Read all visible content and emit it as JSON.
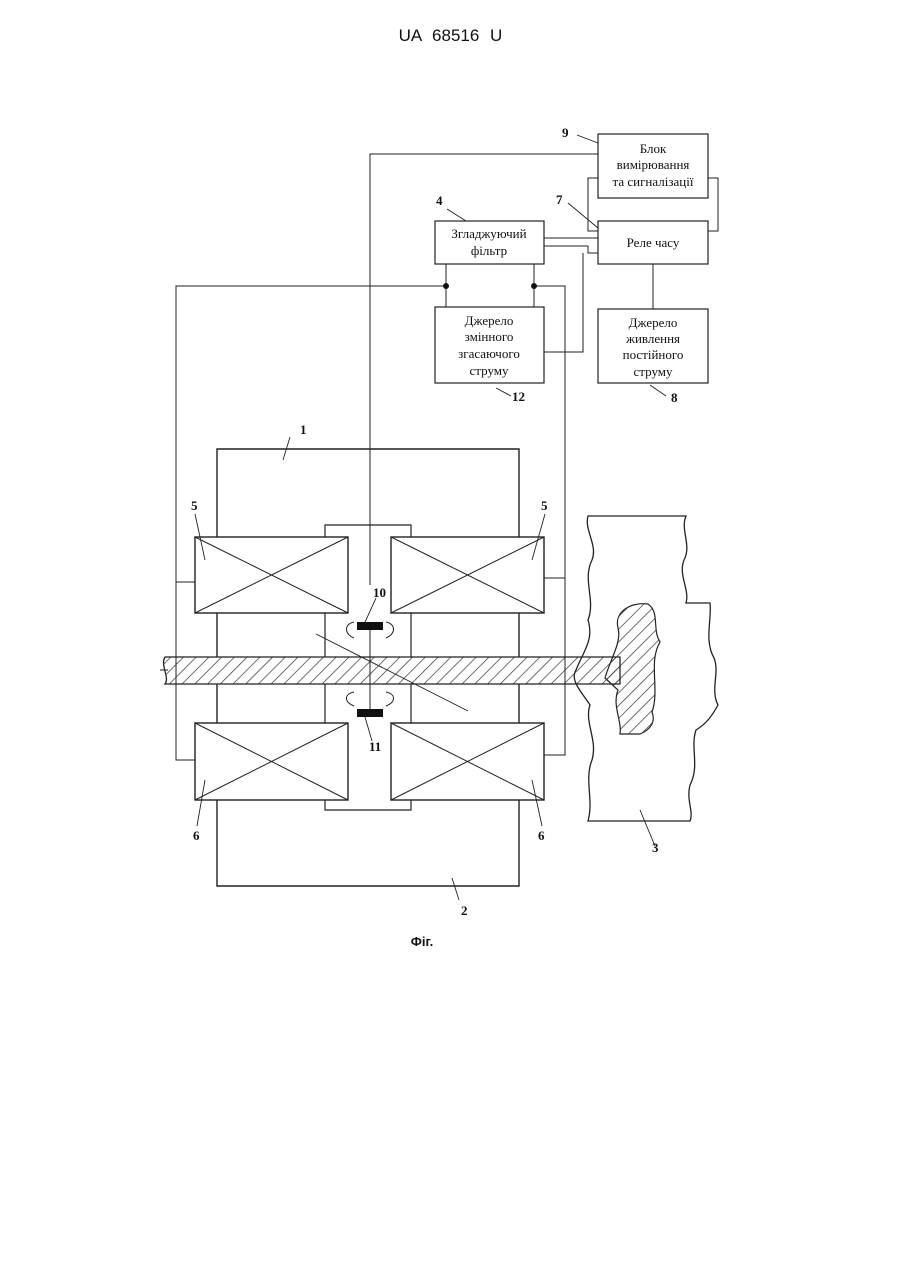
{
  "header": {
    "patent_number": "UA   68516   U"
  },
  "blocks": {
    "b9": {
      "line1": "Блок",
      "line2": "вимірювання",
      "line3": "та сигналізації"
    },
    "b4": {
      "line1": "Згладжуючий",
      "line2": "фільтр"
    },
    "b7": {
      "line1": "Реле часу"
    },
    "b12": {
      "line1": "Джерело",
      "line2": "змінного",
      "line3": "згасаючого",
      "line4": "струму"
    },
    "b8": {
      "line1": "Джерело",
      "line2": "живлення",
      "line3": "постійного",
      "line4": "струму"
    }
  },
  "labels": {
    "n1": "1",
    "n2": "2",
    "n3": "3",
    "n4": "4",
    "n5a": "5",
    "n5b": "5",
    "n6a": "6",
    "n6b": "6",
    "n7": "7",
    "n8": "8",
    "n9": "9",
    "n10": "10",
    "n11": "11",
    "n12": "12"
  },
  "caption": "Фіг."
}
